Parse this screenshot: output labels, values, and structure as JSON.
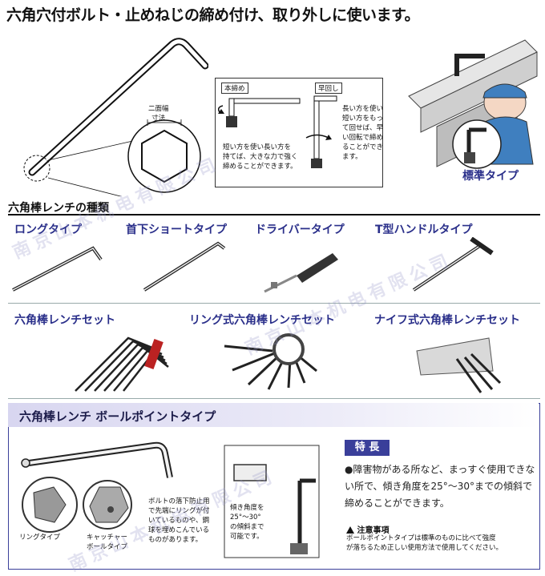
{
  "header": {
    "title": "六角穴付ボルト・止めねじの締め付け、取り外しに使います。"
  },
  "top_diagram": {
    "dimension_label_line1": "二面幅",
    "dimension_label_line2": "寸法"
  },
  "usage": {
    "tag_tighten": "本締め",
    "tag_fast": "早回し",
    "tighten_text": [
      "短い方を使い長い方を",
      "持てば、大きな力で強く",
      "締めることができます。"
    ],
    "fast_text": [
      "長い方を使い",
      "短い方をもっ",
      "て回せば、早",
      "い回転で締め",
      "ることができ",
      "ます。"
    ]
  },
  "standard_type": {
    "label": "標準タイプ"
  },
  "types_section": {
    "heading": "六角棒レンチの種類",
    "row1": [
      "ロングタイプ",
      "首下ショートタイプ",
      "ドライバータイプ",
      "T型ハンドルタイプ"
    ],
    "row2": [
      "六角棒レンチセット",
      "リング式六角棒レンチセット",
      "ナイフ式六角棒レンチセット"
    ]
  },
  "ball_point": {
    "title": "六角棒レンチ ボールポイントタイプ",
    "ring_type_label": "リングタイプ",
    "catcher_label": [
      "キャッチャー",
      "ボールタイプ"
    ],
    "drop_text": [
      "ボルトの落下防止用",
      "で先端にリングが付",
      "いているものや、鋼",
      "球を埋めこんでいる",
      "ものがあります。"
    ],
    "angle_text": [
      "傾き角度を",
      "25°～30°",
      "の傾斜まで",
      "可能です。"
    ],
    "feature_title": "特 長",
    "feature_text": "●障害物がある所など、まっすぐ使用できない所で、傾き角度を25°～30°までの傾斜で締めることができます。",
    "caution_title": "注意事項",
    "caution_text": [
      "ボールポイントタイプは標準のものに比べて強度",
      "が落ちるため正しい使用方法で使用してください。"
    ]
  },
  "watermark": {
    "text": "南京山本机电有限公司"
  }
}
